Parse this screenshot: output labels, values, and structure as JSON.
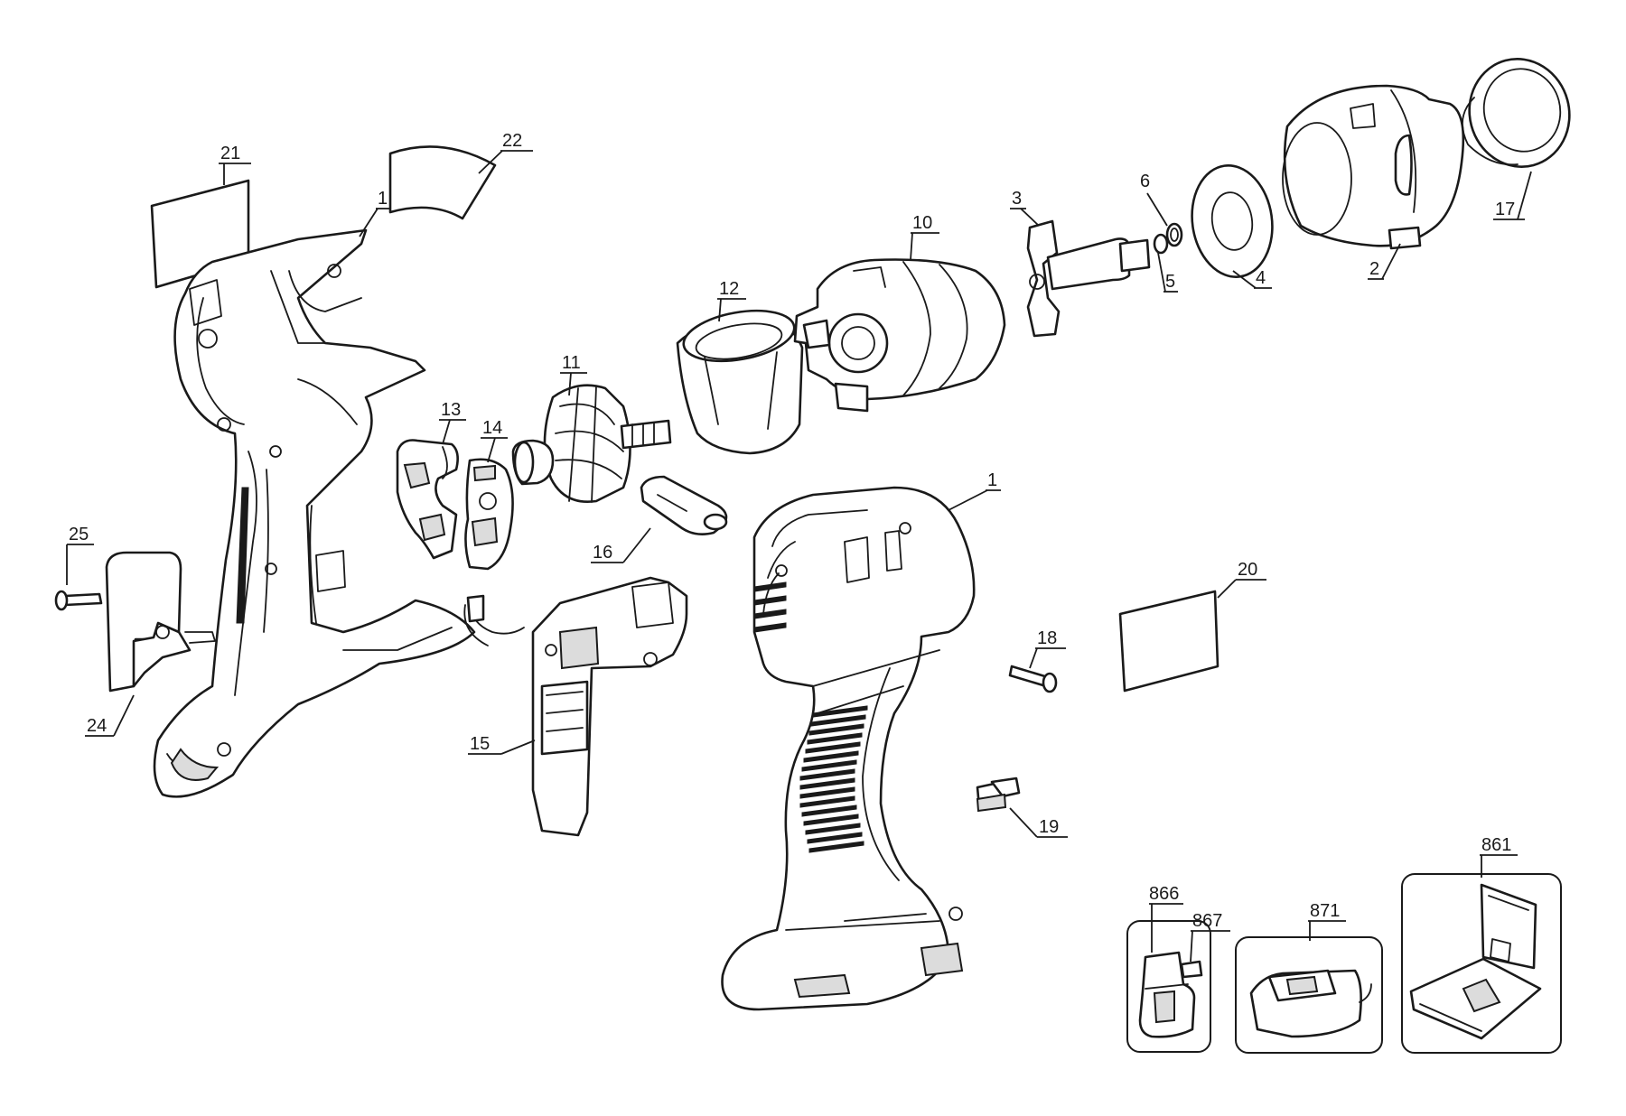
{
  "callouts": {
    "c1a": "1",
    "c1b": "1",
    "c2": "2",
    "c3": "3",
    "c4": "4",
    "c5": "5",
    "c6": "6",
    "c10": "10",
    "c11": "11",
    "c12": "12",
    "c13": "13",
    "c14": "14",
    "c15": "15",
    "c16": "16",
    "c17": "17",
    "c18": "18",
    "c19": "19",
    "c20": "20",
    "c21": "21",
    "c22": "22",
    "c24": "24",
    "c25": "25",
    "c861": "861",
    "c866": "866",
    "c867": "867",
    "c871": "871"
  },
  "colors": {
    "line": "#1a1a1a",
    "background": "#ffffff",
    "shade": "#dcdcdc"
  }
}
